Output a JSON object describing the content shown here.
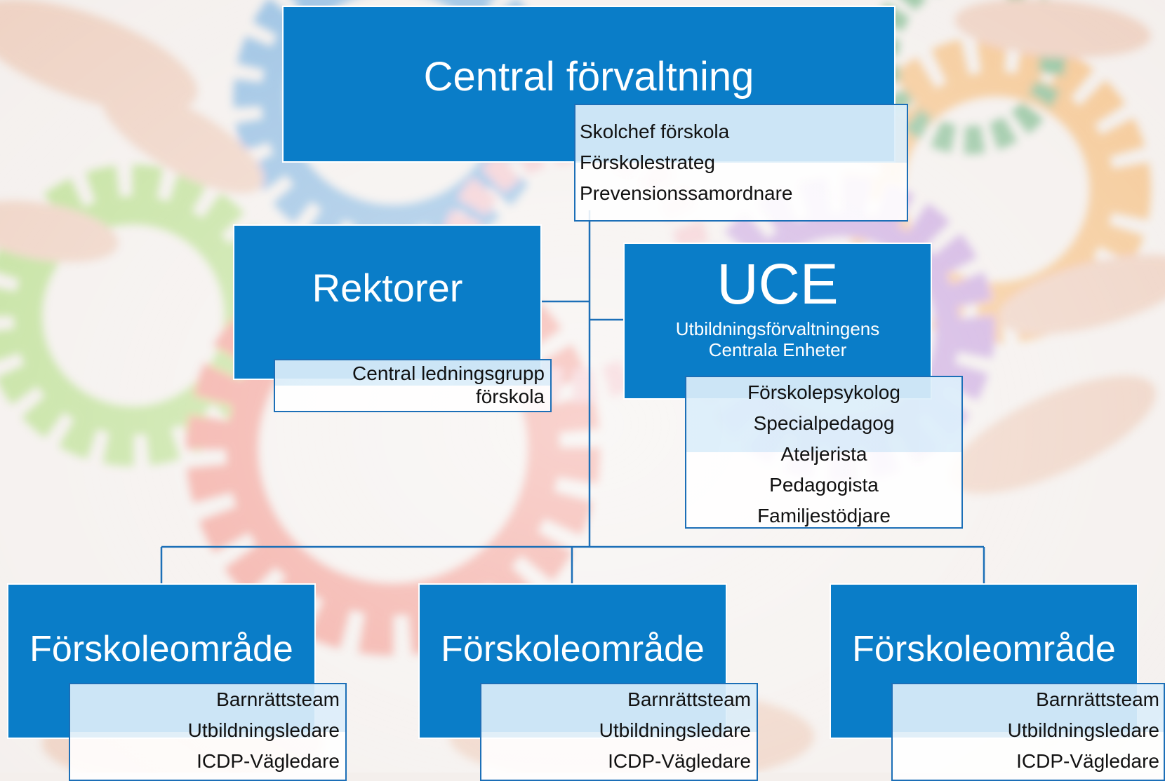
{
  "central": {
    "title": "Central förvaltning",
    "items": [
      "Skolchef förskola",
      "Förskolestrateg",
      "Prevensionssamordnare"
    ]
  },
  "rektorer": {
    "title": "Rektorer",
    "items": [
      "Central ledningsgrupp",
      "förskola"
    ]
  },
  "uce": {
    "title": "UCE",
    "subtitle_line1": "Utbildningsförvaltningens",
    "subtitle_line2": "Centrala Enheter",
    "items": [
      "Förskolepsykolog",
      "Specialpedagog",
      "Ateljerista",
      "Pedagogista",
      "Familjestödjare"
    ]
  },
  "areas": [
    {
      "title": "Förskoleområde",
      "items": [
        "Barnrättsteam",
        "Utbildningsledare",
        "ICDP-Vägledare"
      ]
    },
    {
      "title": "Förskoleområde",
      "items": [
        "Barnrättsteam",
        "Utbildningsledare",
        "ICDP-Vägledare"
      ]
    },
    {
      "title": "Förskoleområde",
      "items": [
        "Barnrättsteam",
        "Utbildningsledare",
        "ICDP-Vägledare"
      ]
    }
  ],
  "colors": {
    "box_blue": "#0a7dc8",
    "line_blue": "#1c6fb7",
    "gear_blue": "#3b8fd6",
    "gear_green": "#8fd14a",
    "gear_red": "#ef5a4a",
    "gear_orange": "#f5a03c",
    "gear_purple": "#a66ad0",
    "gear_dark_green": "#3a9a55"
  }
}
